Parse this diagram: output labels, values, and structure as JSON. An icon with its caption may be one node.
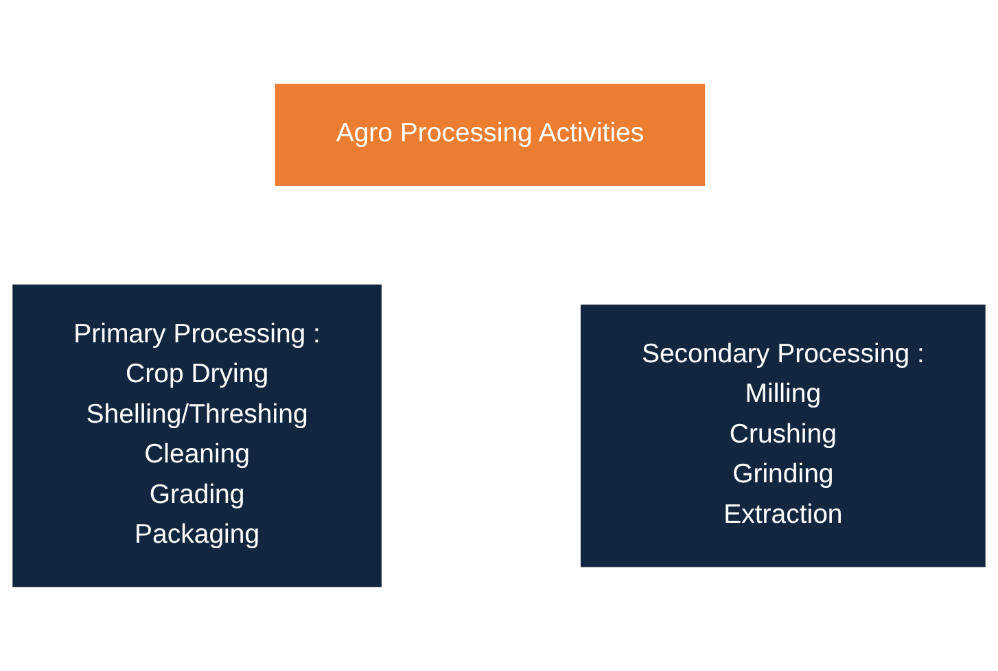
{
  "diagram": {
    "nodes": [
      {
        "text": [
          "Agro Processing Activities"
        ]
      },
      {
        "text": [
          "Primary Processing :",
          "Crop Drying",
          "Shelling/Threshing",
          "Cleaning",
          "Grading",
          "Packaging"
        ]
      },
      {
        "text": [
          "Secondary Processing :",
          "Milling",
          "Crushing",
          "Grinding",
          "Extraction"
        ]
      }
    ],
    "edges": []
  }
}
